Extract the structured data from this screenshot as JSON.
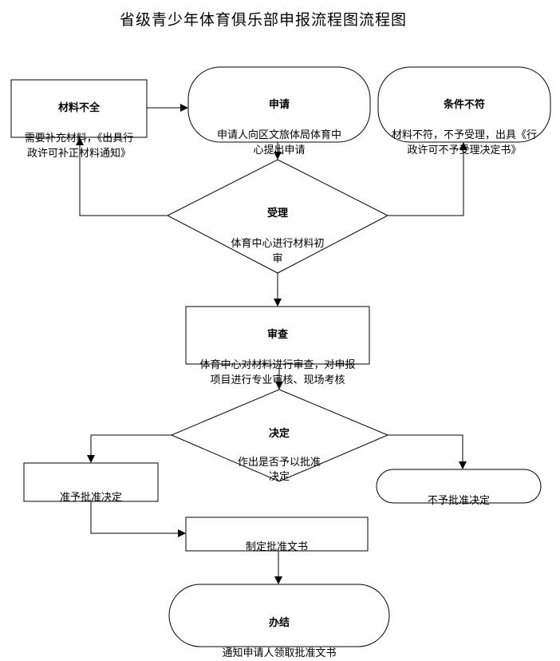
{
  "title": "省级青少年体育俱乐部申报流程图流程图",
  "nodes": {
    "incomplete": {
      "head": "材料不全",
      "body": "需要补充材料，《出具行\n政许可补正材料通知》"
    },
    "apply": {
      "head": "申请",
      "body": "申请人向区文旅体局体育中\n心提出申请"
    },
    "mismatch": {
      "head": "条件不符",
      "body": "材料不符，不予受理，出具《行\n政许可不予受理决定书》"
    },
    "accept": {
      "head": "受理",
      "body": "体育中心进行材料初\n审"
    },
    "review": {
      "head": "审查",
      "body": "体育中心对材料进行审查，对申报\n项目进行专业审核、现场考核"
    },
    "decide": {
      "head": "决定",
      "body": "作出是否予以批准\n决定"
    },
    "approve": {
      "body": "准予批准决定"
    },
    "reject": {
      "body": "不予批准决定"
    },
    "draft": {
      "body": "制定批准文书"
    },
    "finish": {
      "head": "办结",
      "body": "通知申请人领取批准文书"
    }
  }
}
